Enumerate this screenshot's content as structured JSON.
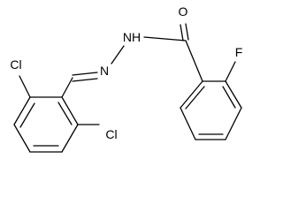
{
  "molecule": {
    "atoms": {
      "O": "O",
      "NH": "NH",
      "N": "N",
      "F": "F",
      "Cl_top": "Cl",
      "Cl_bottom": "Cl"
    }
  },
  "colors": {
    "bond": "#000000",
    "text": "#000000",
    "background": "#ffffff"
  }
}
